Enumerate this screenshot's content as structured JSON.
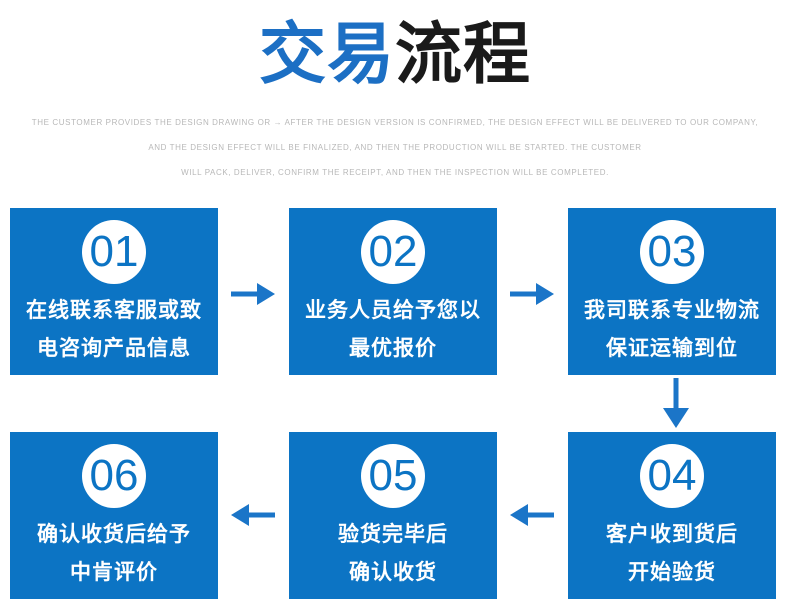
{
  "title": {
    "blue_text": "交易",
    "black_text": "流程"
  },
  "subtitle": {
    "line1": "THE CUSTOMER PROVIDES THE DESIGN DRAWING OR → AFTER THE DESIGN VERSION IS CONFIRMED, THE DESIGN EFFECT WILL BE DELIVERED TO OUR COMPANY,",
    "line2": "AND THE DESIGN EFFECT WILL BE FINALIZED, AND THEN THE PRODUCTION WILL BE STARTED. THE CUSTOMER",
    "line3": "WILL PACK, DELIVER, CONFIRM THE RECEIPT, AND THEN THE INSPECTION WILL BE COMPLETED."
  },
  "steps": [
    {
      "number": "01",
      "line1": "在线联系客服或致",
      "line2": "电咨询产品信息"
    },
    {
      "number": "02",
      "line1": "业务人员给予您以",
      "line2": "最优报价"
    },
    {
      "number": "03",
      "line1": "我司联系专业物流",
      "line2": "保证运输到位"
    },
    {
      "number": "04",
      "line1": "客户收到货后",
      "line2": "开始验货"
    },
    {
      "number": "05",
      "line1": "验货完毕后",
      "line2": "确认收货"
    },
    {
      "number": "06",
      "line1": "确认收货后给予",
      "line2": "中肯评价"
    }
  ],
  "colors": {
    "box_blue": "#0c74c4",
    "title_blue": "#1c6fc4",
    "title_black": "#1a1a1a",
    "arrow_blue": "#1b75c8",
    "subtitle_gray": "#b8b8b8"
  }
}
